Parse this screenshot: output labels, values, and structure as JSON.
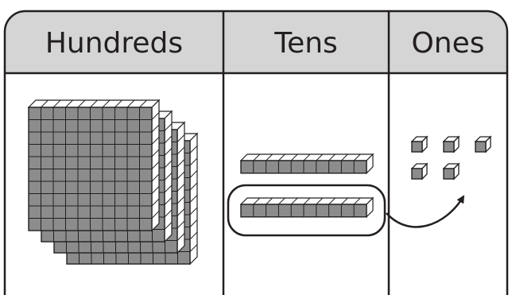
{
  "columns": [
    {
      "key": "hundreds",
      "label": "Hundreds",
      "count": 4
    },
    {
      "key": "tens",
      "label": "Tens",
      "count": 2
    },
    {
      "key": "ones",
      "label": "Ones",
      "count": 5
    }
  ],
  "colors": {
    "header_bg": "#d5d5d5",
    "block_fill": "#8c8c8c",
    "block_light": "#ffffff",
    "stroke": "#231f20"
  },
  "icons": {
    "hundreds": "hundred-flat-icon",
    "tens": "ten-rod-icon",
    "ones": "unit-cube-icon",
    "regroup": "regroup-circle",
    "arrow": "curved-arrow-icon"
  }
}
